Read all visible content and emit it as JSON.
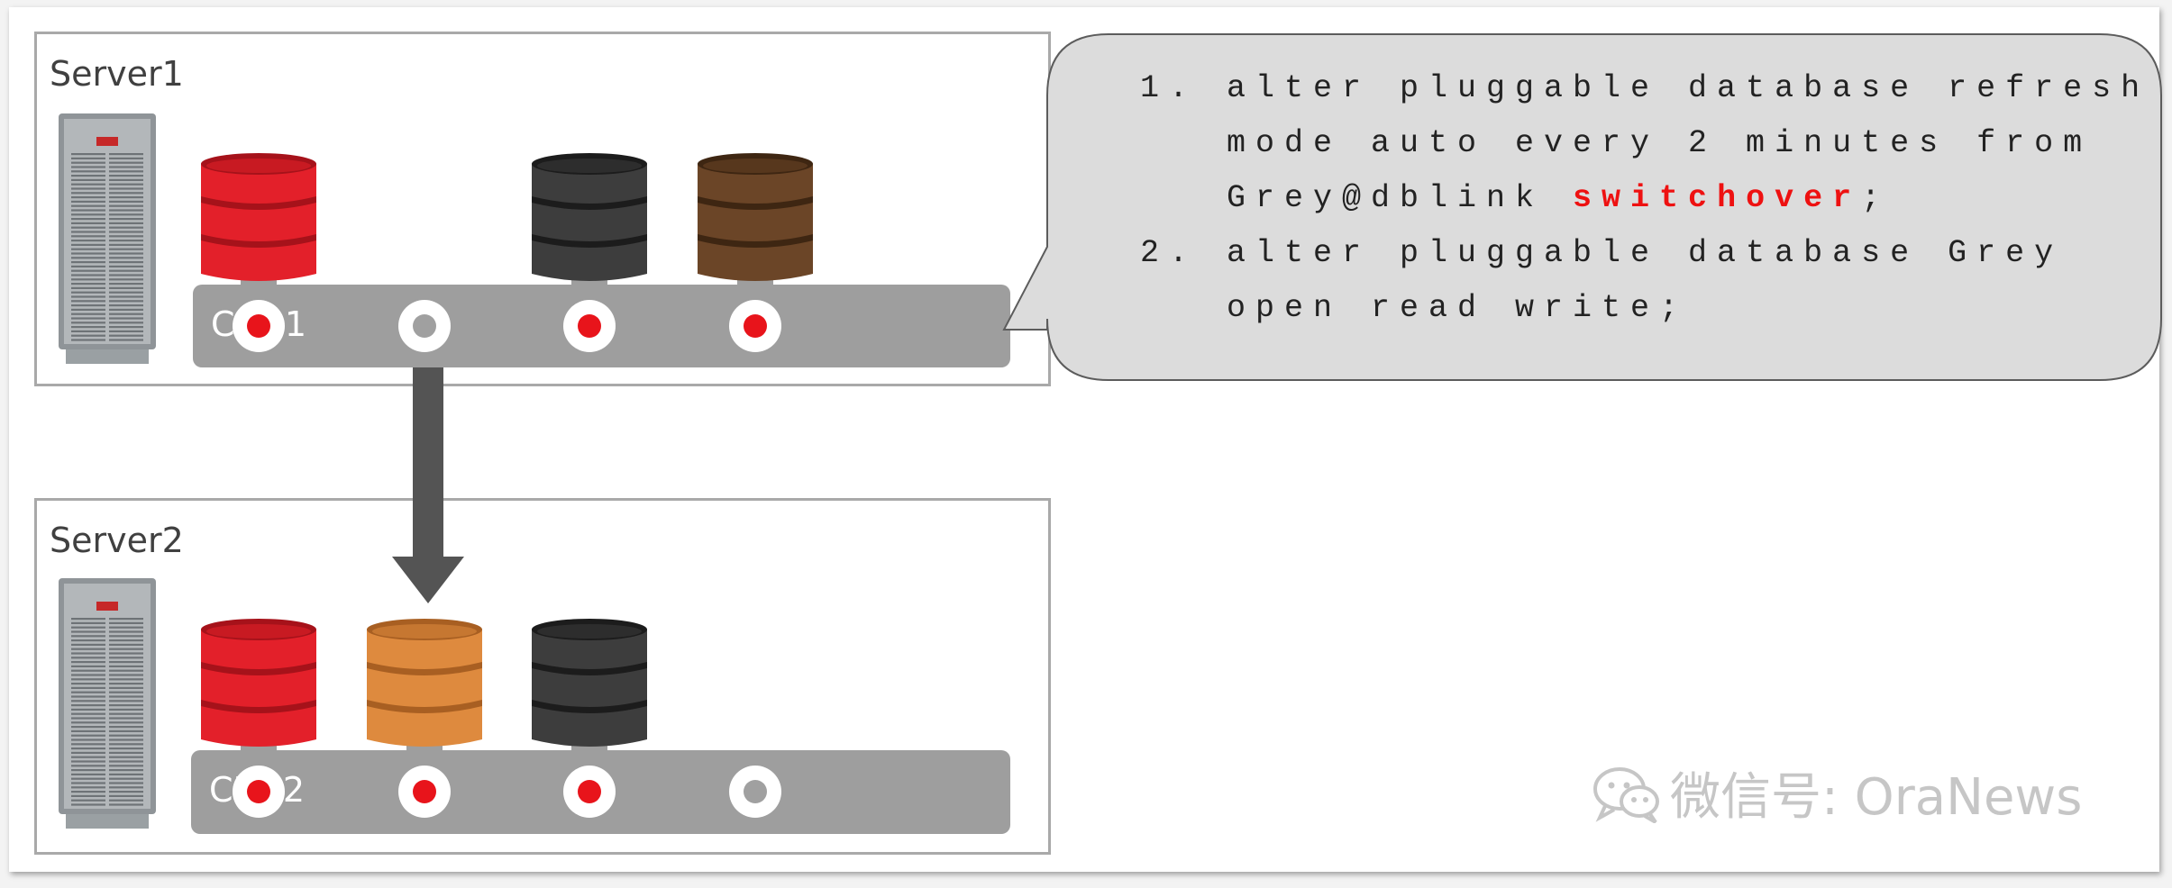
{
  "servers": [
    {
      "label": "Server1",
      "cdb": {
        "label": "CDB1",
        "slots": [
          {
            "state": "active"
          },
          {
            "state": "empty"
          },
          {
            "state": "active"
          },
          {
            "state": "active"
          }
        ],
        "databases": [
          {
            "slot": 0,
            "color": "#e3202a",
            "band": "#a6121a"
          },
          {
            "slot": 2,
            "color": "#3d3d3d",
            "band": "#1c1c1c"
          },
          {
            "slot": 3,
            "color": "#6b4527",
            "band": "#3e2612"
          }
        ]
      }
    },
    {
      "label": "Server2",
      "cdb": {
        "label": "CDB2",
        "slots": [
          {
            "state": "active"
          },
          {
            "state": "active"
          },
          {
            "state": "active"
          },
          {
            "state": "empty"
          }
        ],
        "databases": [
          {
            "slot": 0,
            "color": "#e3202a",
            "band": "#a6121a"
          },
          {
            "slot": 1,
            "color": "#de8a3e",
            "band": "#a85f22"
          },
          {
            "slot": 2,
            "color": "#3d3d3d",
            "band": "#1c1c1c"
          }
        ]
      }
    }
  ],
  "commands": [
    {
      "number": "1.",
      "lines": [
        [
          "alter pluggable database refresh"
        ],
        [
          "mode auto every 2 minutes from"
        ],
        [
          "Grey@dblink ",
          {
            "text": "switchover",
            "highlight": true
          },
          ";"
        ]
      ]
    },
    {
      "number": "2.",
      "lines": [
        [
          "alter pluggable database Grey"
        ],
        [
          "open read write;"
        ]
      ]
    }
  ],
  "watermark": "微信号: OraNews",
  "colors": {
    "bar": "#9e9e9e",
    "active_dot": "#e8141b",
    "empty_dot": "#a0a0a0",
    "arrow": "#545454",
    "bubble_fill": "#dcdcdc",
    "highlight": "#ee1111"
  }
}
